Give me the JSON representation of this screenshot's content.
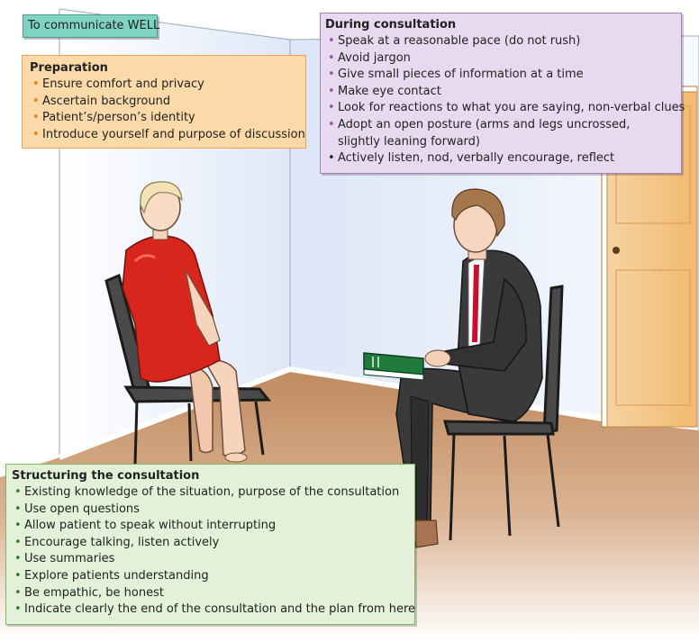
{
  "title_tag": "To communicate WELL",
  "preparation": {
    "title": "Preparation",
    "items": [
      "Ensure comfort and privacy",
      "Ascertain background",
      "Patient’s/person’s identity",
      "Introduce yourself and purpose of discussion"
    ]
  },
  "during": {
    "title": "During consultation",
    "items": [
      "Speak at a reasonable pace (do not rush)",
      "Avoid jargon",
      "Give small pieces of information at a time",
      "Make eye contact",
      "Look for reactions to what you are saying, non-verbal clues",
      "Adopt an open posture (arms and legs uncrossed, slightly leaning forward)",
      "Actively listen, nod, verbally encourage, reflect"
    ]
  },
  "structuring": {
    "title": "Structuring the consultation",
    "items": [
      "Existing knowledge of the situation, purpose of the consultation",
      "Use open questions",
      "Allow patient to speak without interrupting",
      "Encourage talking, listen actively",
      "Use summaries",
      "Explore patients understanding",
      "Be empathic, be honest",
      "Indicate clearly the end of the consultation and the plan from here"
    ]
  },
  "colors": {
    "title_tag_bg": "#7fd3c2",
    "preparation_bg": "#fcd9a8",
    "during_bg": "#e7d9ef",
    "structuring_bg": "#e2f1d8",
    "woman_dress": "#d8261c",
    "man_suit": "#3a3a3a",
    "book": "#1f7a3c",
    "door": "#f4c27e",
    "floor": "#c69268",
    "wall": "#e9f0fb"
  },
  "icons": {
    "bullet": "bullet-dot-icon"
  }
}
